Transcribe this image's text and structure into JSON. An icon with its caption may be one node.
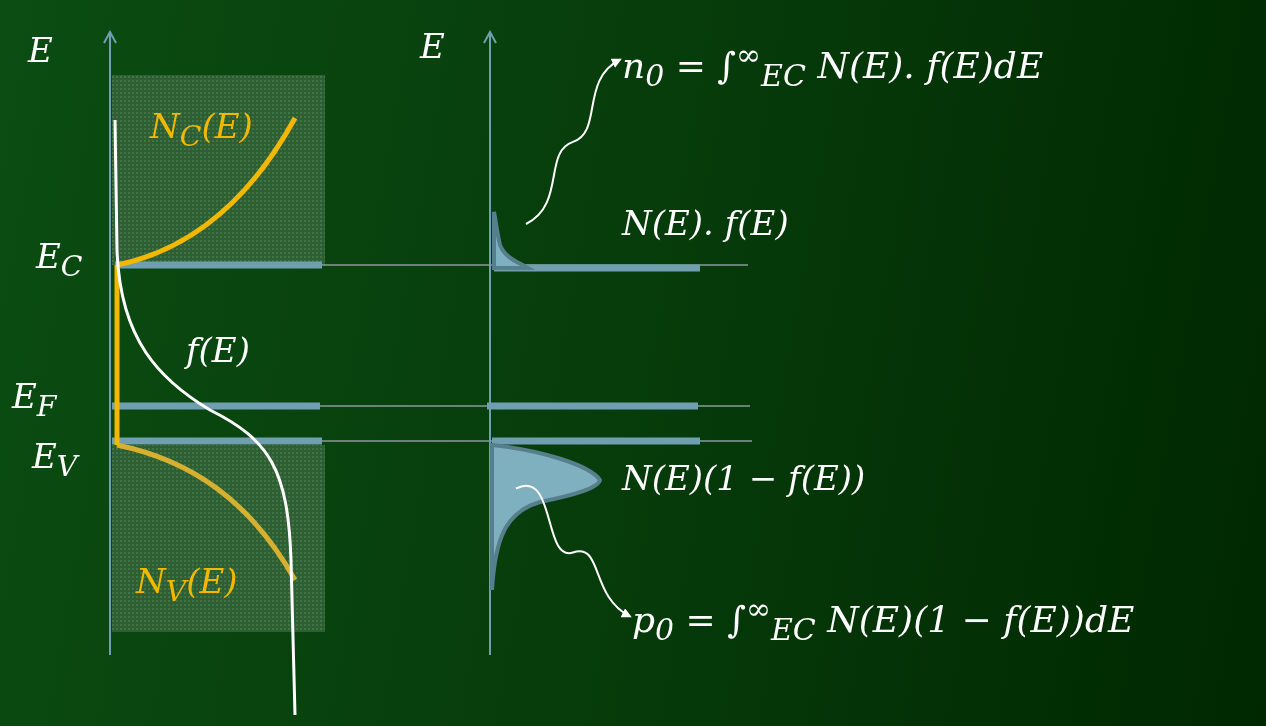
{
  "diagram": {
    "nodes": [
      {
        "text": [],
        "shape": "picture"
      },
      {
        "text": [
          "n$_{0}$ = ∫$^{∞}$$_{E}$$_{C}$ N(E). f(E)dE"
        ]
      },
      {
        "text": [],
        "shape": "picture"
      },
      {
        "text": [
          "p$_{0}$ = ∫$^{∞}$$_{E}$$_{C}$ N(E)(1 − f(E))dE"
        ]
      }
    ],
    "edges": [
      {
        "from": 0,
        "to": 1,
        "arrow": "to"
      },
      {
        "from": 2,
        "to": 3,
        "arrow": "to"
      }
    ],
    "labels": [
      "E",
      "E",
      "N$_{C}$(E)",
      "E$_{C}$",
      "N(E). f(E)",
      "f(E)",
      "E$_{F}$",
      "E$_{V}$",
      "N(E)(1 − f(E))",
      "N$_{V}$(E)"
    ]
  }
}
